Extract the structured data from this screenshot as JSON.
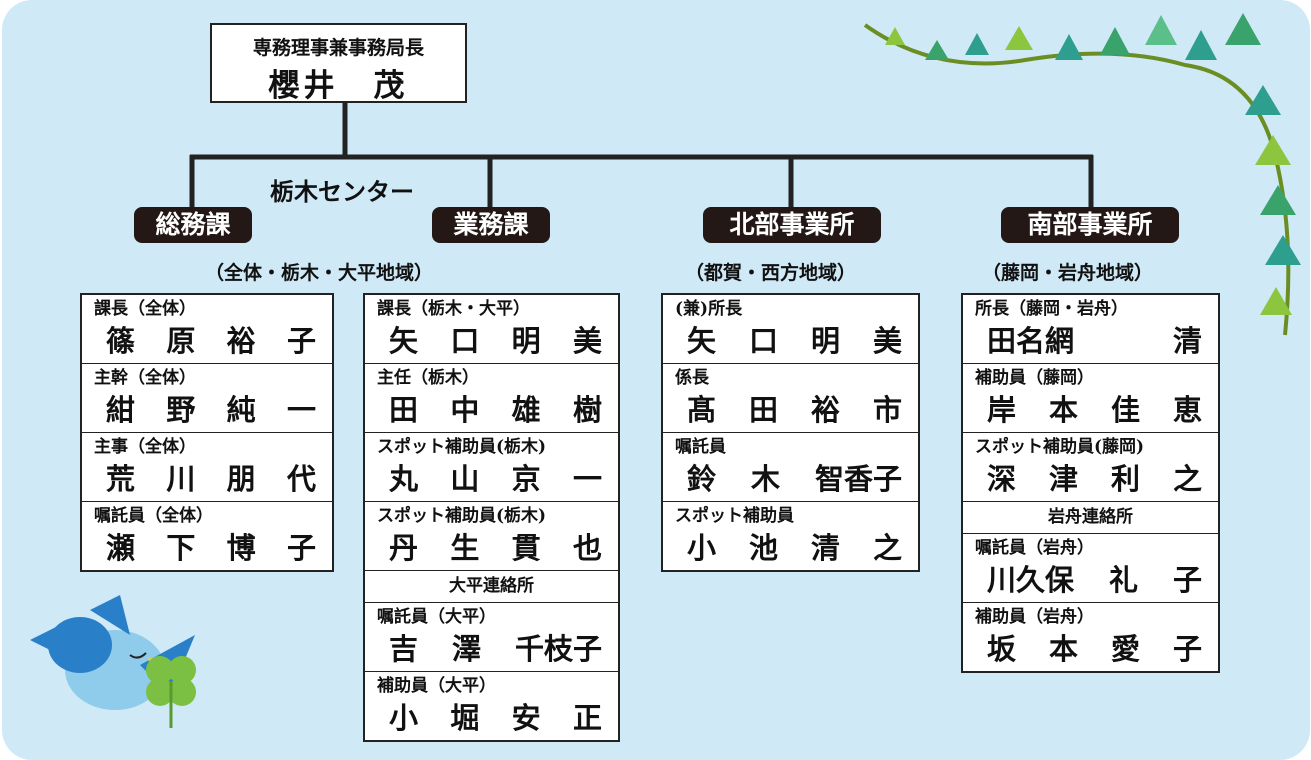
{
  "head": {
    "role": "専務理事兼事務局長",
    "name": "櫻井　茂"
  },
  "center_label": "栃木センター",
  "departments": [
    {
      "title": "総務課"
    },
    {
      "title": "業務課"
    },
    {
      "title": "北部事業所",
      "area": "（都賀・西方地域）"
    },
    {
      "title": "南部事業所",
      "area": "（藤岡・岩舟地域）"
    }
  ],
  "shared_area": "（全体・栃木・大平地域）",
  "soumu": [
    {
      "role": "課長（全体）",
      "name": [
        "篠",
        "原",
        "裕",
        "子"
      ]
    },
    {
      "role": "主幹（全体）",
      "name": [
        "紺",
        "野",
        "純",
        "一"
      ]
    },
    {
      "role": "主事（全体）",
      "name": [
        "荒",
        "川",
        "朋",
        "代"
      ]
    },
    {
      "role": "嘱託員（全体）",
      "name": [
        "瀬",
        "下",
        "博",
        "子"
      ]
    }
  ],
  "gyomu": [
    {
      "role": "課長（栃木・大平）",
      "name": [
        "矢",
        "口",
        "明",
        "美"
      ]
    },
    {
      "role": "主任（栃木）",
      "name": [
        "田",
        "中",
        "雄",
        "樹"
      ]
    },
    {
      "role": "スポット補助員(栃木)",
      "name": [
        "丸",
        "山",
        "京",
        "一"
      ]
    },
    {
      "role": "スポット補助員(栃木)",
      "name": [
        "丹",
        "生",
        "貫",
        "也"
      ]
    }
  ],
  "gyomu_sub": {
    "title": "大平連絡所",
    "staff": [
      {
        "role": "嘱託員（大平）",
        "name": [
          "吉",
          "澤",
          "千枝子"
        ]
      },
      {
        "role": "補助員（大平）",
        "name": [
          "小",
          "堀",
          "安",
          "正"
        ]
      }
    ]
  },
  "hokubu": [
    {
      "role": "(兼)所長",
      "name": [
        "矢",
        "口",
        "明",
        "美"
      ]
    },
    {
      "role": "係長",
      "name": [
        "髙",
        "田",
        "裕",
        "市"
      ]
    },
    {
      "role": "嘱託員",
      "name": [
        "鈴",
        "木",
        "智香子"
      ]
    },
    {
      "role": "スポット補助員",
      "name": [
        "小",
        "池",
        "清",
        "之"
      ]
    }
  ],
  "nanbu": [
    {
      "role": "所長（藤岡・岩舟）",
      "name": [
        "田名網",
        "清"
      ]
    },
    {
      "role": "補助員（藤岡）",
      "name": [
        "岸",
        "本",
        "佳",
        "恵"
      ]
    },
    {
      "role": "スポット補助員(藤岡)",
      "name": [
        "深",
        "津",
        "利",
        "之"
      ]
    }
  ],
  "nanbu_sub": {
    "title": "岩舟連絡所",
    "staff": [
      {
        "role": "嘱託員（岩舟）",
        "name": [
          "川久保",
          "礼",
          "子"
        ]
      },
      {
        "role": "補助員（岩舟）",
        "name": [
          "坂",
          "本",
          "愛",
          "子"
        ]
      }
    ]
  },
  "colors": {
    "background": "#cfe9f7",
    "label_bg": "#231815",
    "line": "#222222"
  },
  "icons": [
    "bird-icon",
    "clover-icon",
    "ivy-vine-icon"
  ]
}
